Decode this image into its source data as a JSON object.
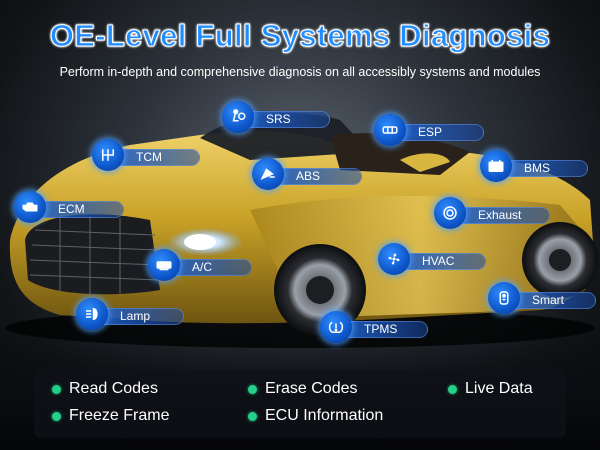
{
  "headline": "OE-Level Full Systems Diagnosis",
  "subline": "Perform in-depth and comprehensive diagnosis on all accessibly systems and modules",
  "systems": [
    {
      "label": "SRS",
      "icon": "airbag-icon"
    },
    {
      "label": "ESP",
      "icon": "esp-icon"
    },
    {
      "label": "TCM",
      "icon": "gearbox-icon"
    },
    {
      "label": "ABS",
      "icon": "abs-icon"
    },
    {
      "label": "BMS",
      "icon": "battery-icon"
    },
    {
      "label": "ECM",
      "icon": "engine-icon"
    },
    {
      "label": "Exhaust",
      "icon": "exhaust-icon"
    },
    {
      "label": "A/C",
      "icon": "ac-icon"
    },
    {
      "label": "HVAC",
      "icon": "fan-icon"
    },
    {
      "label": "Smart",
      "icon": "smart-key-icon"
    },
    {
      "label": "Lamp",
      "icon": "lamp-icon"
    },
    {
      "label": "TPMS",
      "icon": "tire-pressure-icon"
    }
  ],
  "features": [
    "Read Codes",
    "Erase Codes",
    "Live Data",
    "Freeze Frame",
    "ECU Information"
  ],
  "colors": {
    "headline": "#1f8cff",
    "accent_blue": "#0d56c9",
    "bullet_green": "#22d08a",
    "car_gold": "#c9a227"
  }
}
